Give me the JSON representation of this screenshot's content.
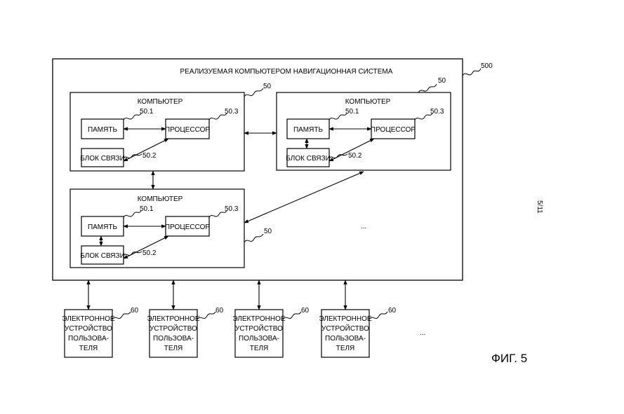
{
  "system": {
    "title": "РЕАЛИЗУЕМАЯ КОМПЬЮТЕРОМ НАВИГАЦИОННАЯ СИСТЕМА",
    "ref": "500"
  },
  "computers": [
    {
      "label": "КОМПЬЮТЕР",
      "ref": "50",
      "memory": "ПАМЯТЬ",
      "memory_ref": "50.1",
      "processor": "ПРОЦЕССОР",
      "processor_ref": "50.3",
      "comm": "БЛОК СВЯЗИ",
      "comm_ref": "50.2"
    },
    {
      "label": "КОМПЬЮТЕР",
      "ref": "50",
      "memory": "ПАМЯТЬ",
      "memory_ref": "50.1",
      "processor": "ПРОЦЕССОР",
      "processor_ref": "50.3",
      "comm": "БЛОК СВЯЗИ",
      "comm_ref": "50.2"
    },
    {
      "label": "КОМПЬЮТЕР",
      "ref": "50",
      "memory": "ПАМЯТЬ",
      "memory_ref": "50.1",
      "processor": "ПРОЦЕССОР",
      "processor_ref": "50.3",
      "comm": "БЛОК СВЯЗИ",
      "comm_ref": "50.2"
    }
  ],
  "ellipsis_computers": "...",
  "devices": [
    {
      "lines": [
        "ЭЛЕКТРОННОЕ",
        "УСТРОЙСТВО",
        "ПОЛЬЗОВА-",
        "ТЕЛЯ"
      ],
      "ref": "60"
    },
    {
      "lines": [
        "ЭЛЕКТРОННОЕ",
        "УСТРОЙСТВО",
        "ПОЛЬЗОВА-",
        "ТЕЛЯ"
      ],
      "ref": "60"
    },
    {
      "lines": [
        "ЭЛЕКТРОННОЕ",
        "УСТРОЙСТВО",
        "ПОЛЬЗОВА-",
        "ТЕЛЯ"
      ],
      "ref": "60"
    },
    {
      "lines": [
        "ЭЛЕКТРОННОЕ",
        "УСТРОЙСТВО",
        "ПОЛЬЗОВА-",
        "ТЕЛЯ"
      ],
      "ref": "60"
    }
  ],
  "ellipsis_devices": "...",
  "sheet_number": "5/11",
  "figure_label": "ФИГ. 5"
}
